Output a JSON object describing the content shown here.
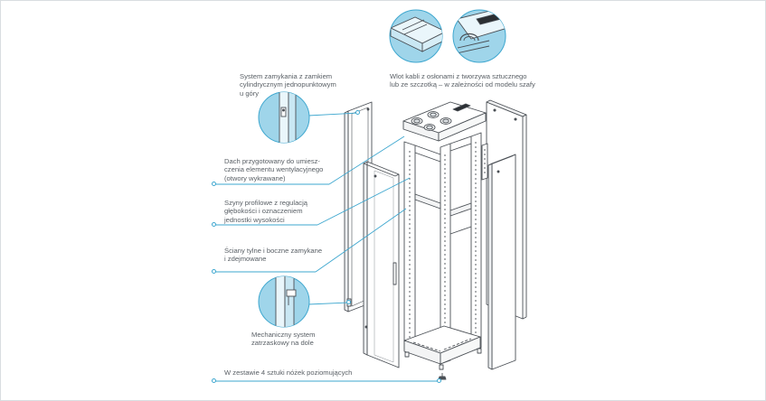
{
  "colors": {
    "accent": "#3ea7cf",
    "accent_fill": "#9fd5ea",
    "line_art": "#4a4f55",
    "text": "#5a6066"
  },
  "annotations": {
    "locking": "System zamykania z zamkiem\ncylindrycznym  jednopunktowym\nu góry",
    "cable_entry": "Wlot kabli z osłonami z tworzywa sztucznego\nlub ze szczotką – w zależności od modelu szafy",
    "roof": "Dach przygotowany do umiesz-\nczenia elementu wentylacyjnego\n(otwory wykrawane)",
    "rails": "Szyny profilowe z regulacją\ngłębokości i oznaczeniem\njednostki wysokości",
    "panels": "Ściany tylne i boczne zamykane\ni zdejmowane",
    "latch": "Mechaniczny  system\nzatrzaskowy  na  dole",
    "feet": "W zestawie 4 sztuki nóżek poziomujących"
  }
}
